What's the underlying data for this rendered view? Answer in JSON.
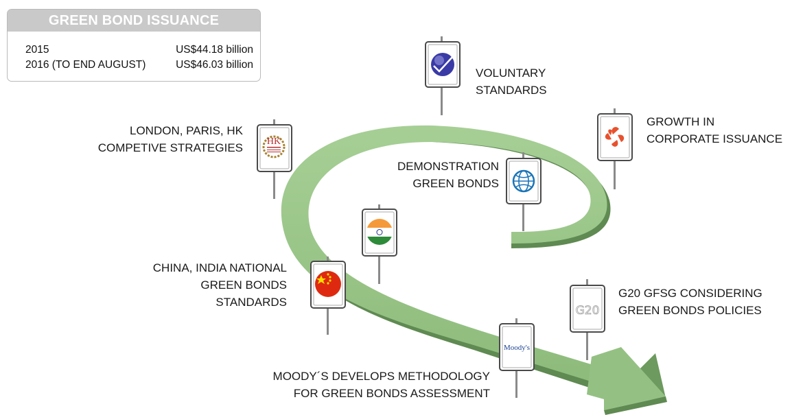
{
  "summary": {
    "title": "GREEN BOND ISSUANCE",
    "rows": [
      {
        "year": "2015",
        "amount": "US$44.18 billion"
      },
      {
        "year": "2016 (TO END AUGUST)",
        "amount": "US$46.03 billion"
      }
    ]
  },
  "milestones": {
    "voluntary": {
      "line1": "VOLUNTARY",
      "line2": "STANDARDS"
    },
    "growth": {
      "line1": "GROWTH IN",
      "line2": "CORPORATE ISSUANCE"
    },
    "demonstration": {
      "line1": "DEMONSTRATION",
      "line2": "GREEN BONDS"
    },
    "london": {
      "line1": "LONDON, PARIS, HK",
      "line2": "COMPETIVE STRATEGIES"
    },
    "china_india": {
      "line1": "CHINA, INDIA NATIONAL",
      "line2": "GREEN BONDS",
      "line3": "STANDARDS"
    },
    "g20": {
      "line1": "G20 GFSG CONSIDERING",
      "line2": "GREEN BONDS POLICIES"
    },
    "moodys": {
      "line1": "MOODY´S DEVELOPS METHODOLOGY",
      "line2": "FOR GREEN BONDS ASSESSMENT"
    }
  },
  "signs": {
    "hk_text": "HK",
    "g20_text": "G20",
    "moodys_text": "Moody's"
  },
  "colors": {
    "arrow": "#94c183",
    "arrow_shadow": "#5f8a52",
    "sign_border": "#555555",
    "pole": "#8a8a8a"
  },
  "icons": [
    "checkmark-sphere-icon",
    "hong-kong-orchid-icon",
    "world-bank-globe-icon",
    "hk-logo-icon",
    "india-flag-icon",
    "china-flag-icon",
    "g20-logo-icon",
    "moodys-logo-icon"
  ]
}
